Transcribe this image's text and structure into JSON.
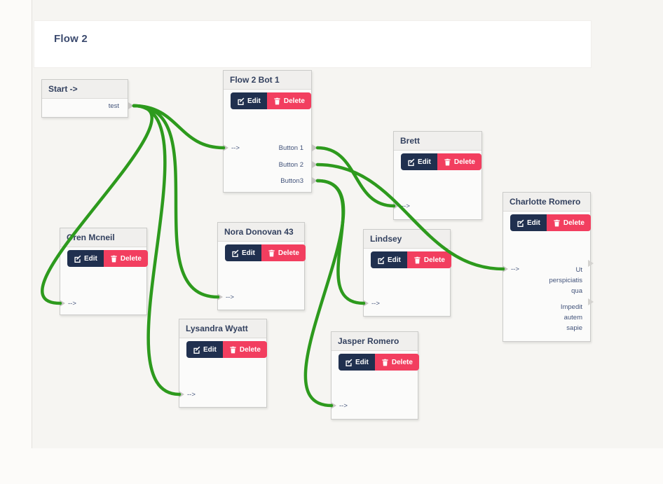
{
  "title_bar": {
    "title": "Flow 2"
  },
  "actions": {
    "edit": "Edit",
    "delete": "Delete"
  },
  "colors": {
    "connection": "#2d9a1d",
    "edit_button": "#20304f",
    "delete_button": "#f23e5f",
    "node_header_bg": "#f0efed",
    "canvas_bg": "#f6f5f2"
  },
  "nodes": [
    {
      "id": "start",
      "title": "Start ->",
      "outputs": [
        {
          "label": "test"
        }
      ]
    },
    {
      "id": "bot1",
      "title": "Flow 2 Bot 1",
      "input": "-->",
      "outputs": [
        {
          "label": "Button 1"
        },
        {
          "label": "Button 2"
        },
        {
          "label": "Button3"
        }
      ]
    },
    {
      "id": "brett",
      "title": "Brett",
      "input": "-->"
    },
    {
      "id": "charlotte",
      "title": "Charlotte Romero",
      "input": "-->",
      "outputs": [
        {
          "label": "Ut\nperspiciatis\nqua"
        },
        {
          "label": "Impedit\nautem\nsapie"
        }
      ]
    },
    {
      "id": "oren",
      "title": "Oren Mcneil",
      "input": "-->"
    },
    {
      "id": "nora",
      "title": "Nora Donovan 43",
      "input": "-->"
    },
    {
      "id": "lysandra",
      "title": "Lysandra Wyatt",
      "input": "-->"
    },
    {
      "id": "lindsey",
      "title": "Lindsey",
      "input": "-->"
    },
    {
      "id": "jasper",
      "title": "Jasper Romero",
      "input": "-->"
    }
  ],
  "edges": [
    {
      "from": "start-test-out",
      "to": "bot1-in"
    },
    {
      "from": "start-test-out",
      "to": "oren-in"
    },
    {
      "from": "start-test-out",
      "to": "nora-in"
    },
    {
      "from": "start-test-out",
      "to": "lysandra-in"
    },
    {
      "from": "bot1-out-1",
      "to": "brett-in"
    },
    {
      "from": "bot1-out-2",
      "to": "charlotte-in"
    },
    {
      "from": "bot1-out-3",
      "to": "lindsey-in"
    },
    {
      "from": "bot1-out-3",
      "to": "jasper-in"
    }
  ]
}
